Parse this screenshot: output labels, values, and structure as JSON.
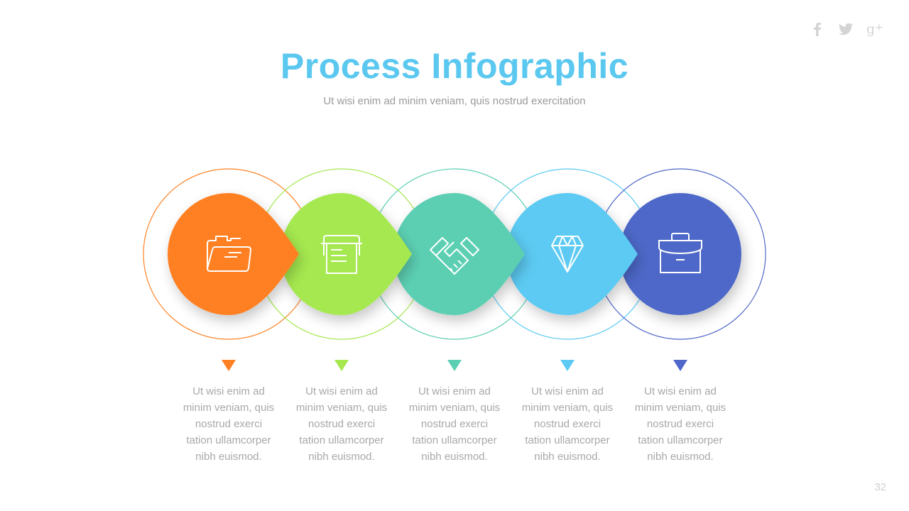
{
  "header": {
    "title": "Process Infographic",
    "subtitle": "Ut wisi enim ad minim veniam, quis nostrud exercitation",
    "title_color": "#5bc8f0"
  },
  "social": [
    {
      "icon": "facebook-icon",
      "glyph": "f"
    },
    {
      "icon": "twitter-icon",
      "glyph": "bird"
    },
    {
      "icon": "google-plus-icon",
      "glyph": "g+"
    }
  ],
  "steps": [
    {
      "icon": "folder-icon",
      "color": "#ff8023",
      "text_lines": [
        "Ut wisi enim ad",
        "minim veniam, quis",
        "nostrud exerci",
        "tation ullamcorper",
        "nibh euismod."
      ]
    },
    {
      "icon": "printer-icon",
      "color": "#a5e84f",
      "text_lines": [
        "Ut wisi enim ad",
        "minim veniam, quis",
        "nostrud exerci",
        "tation ullamcorper",
        "nibh euismod."
      ]
    },
    {
      "icon": "handshake-icon",
      "color": "#5ccfb2",
      "text_lines": [
        "Ut wisi enim ad",
        "minim veniam, quis",
        "nostrud exerci",
        "tation ullamcorper",
        "nibh euismod."
      ]
    },
    {
      "icon": "diamond-icon",
      "color": "#5ccaf2",
      "text_lines": [
        "Ut wisi enim ad",
        "minim veniam, quis",
        "nostrud exerci",
        "tation ullamcorper",
        "nibh euismod."
      ]
    },
    {
      "icon": "briefcase-icon",
      "color": "#4e67c8",
      "text_lines": [
        "Ut wisi enim ad",
        "minim veniam, quis",
        "nostrud exerci",
        "tation ullamcorper",
        "nibh euismod."
      ]
    }
  ],
  "page_number": "32"
}
